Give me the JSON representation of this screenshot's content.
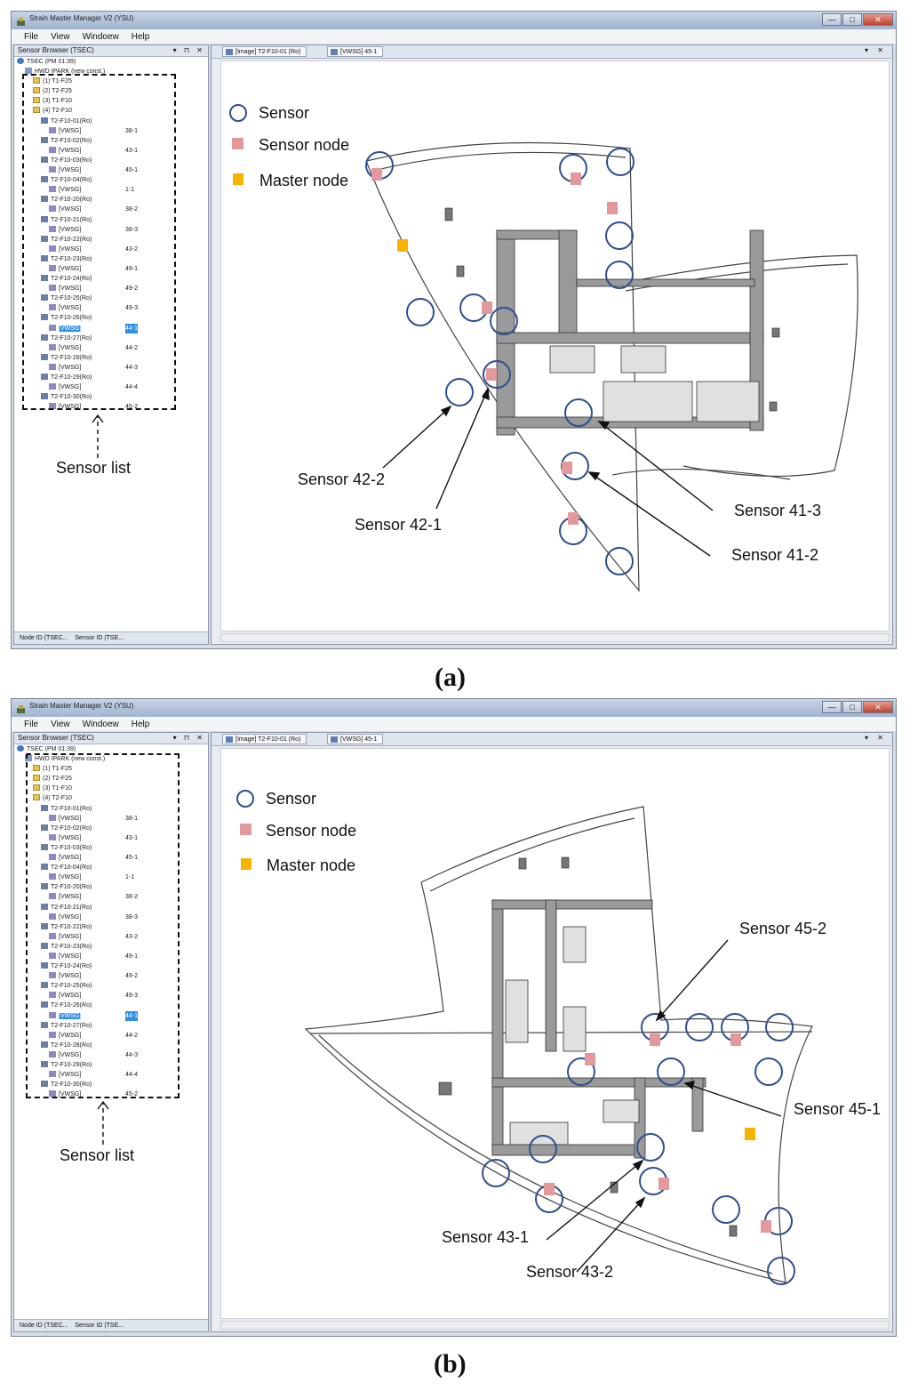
{
  "app": {
    "window_title": "Strain Master Manager V2 (YSU)",
    "window_buttons": [
      "—",
      "□",
      "✕"
    ],
    "menu": [
      "File",
      "View",
      "Windoew",
      "Help"
    ],
    "sensor_browser_title": "Sensor Browser (TSEC)",
    "pane_controls": "▾ ⊓ ✕",
    "bottom_tabs": [
      "Node ID (TSEC...",
      "Sensor ID (TSE..."
    ],
    "doc_tabs": [
      "[Image] T2-F10-01 (Ro)",
      "[VWSG]  45-1"
    ],
    "doc_tab_controls": "▾ ✕"
  },
  "panels": [
    {
      "caption": "(a)",
      "tree": [
        {
          "indent": 0,
          "icon": "root",
          "label": "TSEC (PM 01:39)"
        },
        {
          "indent": 1,
          "icon": "proj",
          "label": "HWD IPARK (new const.)"
        },
        {
          "indent": 2,
          "icon": "folder",
          "label": "(1) T1-F25"
        },
        {
          "indent": 2,
          "icon": "folder",
          "label": "(2) T2-F25"
        },
        {
          "indent": 2,
          "icon": "folder",
          "label": "(3) T1-F10"
        },
        {
          "indent": 2,
          "icon": "folder",
          "label": "(4) T2-F10"
        },
        {
          "indent": 3,
          "icon": "node",
          "label": "T2-F10-01(Ro)"
        },
        {
          "indent": 4,
          "icon": "sensor",
          "label": "[VWSG]",
          "value": "38-1"
        },
        {
          "indent": 3,
          "icon": "node",
          "label": "T2-F10-02(Ro)"
        },
        {
          "indent": 4,
          "icon": "sensor",
          "label": "[VWSG]",
          "value": "43-1"
        },
        {
          "indent": 3,
          "icon": "node",
          "label": "T2-F10-03(Ro)"
        },
        {
          "indent": 4,
          "icon": "sensor",
          "label": "[VWSG]",
          "value": "45-1"
        },
        {
          "indent": 3,
          "icon": "node",
          "label": "T2-F10-04(Ro)"
        },
        {
          "indent": 4,
          "icon": "sensor",
          "label": "[VWSG]",
          "value": "1-1"
        },
        {
          "indent": 3,
          "icon": "node",
          "label": "T2-F10-20(Ro)"
        },
        {
          "indent": 4,
          "icon": "sensor",
          "label": "[VWSG]",
          "value": "38-2"
        },
        {
          "indent": 3,
          "icon": "node",
          "label": "T2-F10-21(Ro)"
        },
        {
          "indent": 4,
          "icon": "sensor",
          "label": "[VWSG]",
          "value": "38-3"
        },
        {
          "indent": 3,
          "icon": "node",
          "label": "T2-F10-22(Ro)"
        },
        {
          "indent": 4,
          "icon": "sensor",
          "label": "[VWSG]",
          "value": "43-2"
        },
        {
          "indent": 3,
          "icon": "node",
          "label": "T2-F10-23(Ro)"
        },
        {
          "indent": 4,
          "icon": "sensor",
          "label": "[VWSG]",
          "value": "49-1"
        },
        {
          "indent": 3,
          "icon": "node",
          "label": "T2-F10-24(Ro)"
        },
        {
          "indent": 4,
          "icon": "sensor",
          "label": "[VWSG]",
          "value": "49-2"
        },
        {
          "indent": 3,
          "icon": "node",
          "label": "T2-F10-25(Ro)"
        },
        {
          "indent": 4,
          "icon": "sensor",
          "label": "[VWSG]",
          "value": "49-3"
        },
        {
          "indent": 3,
          "icon": "node",
          "label": "T2-F10-26(Ro)"
        },
        {
          "indent": 4,
          "icon": "sensor",
          "label": "[VWSG]",
          "value": "44-1",
          "selected": true
        },
        {
          "indent": 3,
          "icon": "node",
          "label": "T2-F10-27(Ro)"
        },
        {
          "indent": 4,
          "icon": "sensor",
          "label": "[VWSG]",
          "value": "44-2"
        },
        {
          "indent": 3,
          "icon": "node",
          "label": "T2-F10-28(Ro)"
        },
        {
          "indent": 4,
          "icon": "sensor",
          "label": "[VWSG]",
          "value": "44-3"
        },
        {
          "indent": 3,
          "icon": "node",
          "label": "T2-F10-29(Ro)"
        },
        {
          "indent": 4,
          "icon": "sensor",
          "label": "[VWSG]",
          "value": "44-4"
        },
        {
          "indent": 3,
          "icon": "node",
          "label": "T2-F10-30(Ro)"
        },
        {
          "indent": 4,
          "icon": "sensor",
          "label": "[VWSG]",
          "value": "45-2"
        }
      ],
      "legend": [
        "Sensor",
        "Sensor node",
        "Master node"
      ],
      "sensor_list_label": "Sensor  list",
      "annotations": [
        "Sensor 42-2",
        "Sensor 42-1",
        "Sensor 41-3",
        "Sensor 41-2"
      ]
    },
    {
      "caption": "(b)",
      "tree": [
        {
          "indent": 0,
          "icon": "root",
          "label": "TSEC (PM 01:39)"
        },
        {
          "indent": 1,
          "icon": "proj",
          "label": "HWD IPARK (new const.)"
        },
        {
          "indent": 2,
          "icon": "folder",
          "label": "(1) T1-F25"
        },
        {
          "indent": 2,
          "icon": "folder",
          "label": "(2) T2-F25"
        },
        {
          "indent": 2,
          "icon": "folder",
          "label": "(3) T1-F10"
        },
        {
          "indent": 2,
          "icon": "folder",
          "label": "(4) T2-F10"
        },
        {
          "indent": 3,
          "icon": "node",
          "label": "T2-F10-01(Ro)"
        },
        {
          "indent": 4,
          "icon": "sensor",
          "label": "[VWSG]",
          "value": "38-1"
        },
        {
          "indent": 3,
          "icon": "node",
          "label": "T2-F10-02(Ro)"
        },
        {
          "indent": 4,
          "icon": "sensor",
          "label": "[VWSG]",
          "value": "43-1"
        },
        {
          "indent": 3,
          "icon": "node",
          "label": "T2-F10-03(Ro)"
        },
        {
          "indent": 4,
          "icon": "sensor",
          "label": "[VWSG]",
          "value": "45-1"
        },
        {
          "indent": 3,
          "icon": "node",
          "label": "T2-F10-04(Ro)"
        },
        {
          "indent": 4,
          "icon": "sensor",
          "label": "[VWSG]",
          "value": "1-1"
        },
        {
          "indent": 3,
          "icon": "node",
          "label": "T2-F10-20(Ro)"
        },
        {
          "indent": 4,
          "icon": "sensor",
          "label": "[VWSG]",
          "value": "38-2"
        },
        {
          "indent": 3,
          "icon": "node",
          "label": "T2-F10-21(Ro)"
        },
        {
          "indent": 4,
          "icon": "sensor",
          "label": "[VWSG]",
          "value": "38-3"
        },
        {
          "indent": 3,
          "icon": "node",
          "label": "T2-F10-22(Ro)"
        },
        {
          "indent": 4,
          "icon": "sensor",
          "label": "[VWSG]",
          "value": "43-2"
        },
        {
          "indent": 3,
          "icon": "node",
          "label": "T2-F10-23(Ro)"
        },
        {
          "indent": 4,
          "icon": "sensor",
          "label": "[VWSG]",
          "value": "49-1"
        },
        {
          "indent": 3,
          "icon": "node",
          "label": "T2-F10-24(Ro)"
        },
        {
          "indent": 4,
          "icon": "sensor",
          "label": "[VWSG]",
          "value": "49-2"
        },
        {
          "indent": 3,
          "icon": "node",
          "label": "T2-F10-25(Ro)"
        },
        {
          "indent": 4,
          "icon": "sensor",
          "label": "[VWSG]",
          "value": "49-3"
        },
        {
          "indent": 3,
          "icon": "node",
          "label": "T2-F10-26(Ro)"
        },
        {
          "indent": 4,
          "icon": "sensor",
          "label": "[VWSG]",
          "value": "44-1",
          "selected": true
        },
        {
          "indent": 3,
          "icon": "node",
          "label": "T2-F10-27(Ro)"
        },
        {
          "indent": 4,
          "icon": "sensor",
          "label": "[VWSG]",
          "value": "44-2"
        },
        {
          "indent": 3,
          "icon": "node",
          "label": "T2-F10-28(Ro)"
        },
        {
          "indent": 4,
          "icon": "sensor",
          "label": "[VWSG]",
          "value": "44-3"
        },
        {
          "indent": 3,
          "icon": "node",
          "label": "T2-F10-29(Ro)"
        },
        {
          "indent": 4,
          "icon": "sensor",
          "label": "[VWSG]",
          "value": "44-4"
        },
        {
          "indent": 3,
          "icon": "node",
          "label": "T2-F10-30(Ro)"
        },
        {
          "indent": 4,
          "icon": "sensor",
          "label": "[VWSG]",
          "value": "45-2"
        }
      ],
      "legend": [
        "Sensor",
        "Sensor node",
        "Master node"
      ],
      "sensor_list_label": "Sensor  list",
      "annotations": [
        "Sensor 45-2",
        "Sensor 45-1",
        "Sensor 43-1",
        "Sensor 43-2"
      ]
    }
  ],
  "colors": {
    "sensor_circle": "#2f4f8f",
    "sensor_node": "#e3999b",
    "master_node": "#f5b400",
    "selected_row": "#2f8fe3",
    "wall_fill": "#9a9a9a"
  }
}
